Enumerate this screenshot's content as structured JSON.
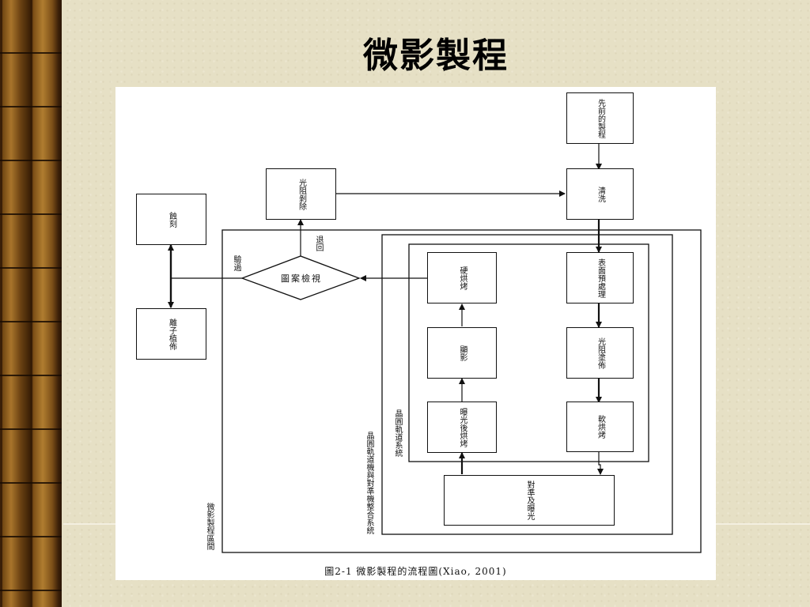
{
  "slide": {
    "title": "微影製程"
  },
  "diagram": {
    "boxes": {
      "prior_process": "先前的製程",
      "clean": "清洗",
      "pr_strip": "光阻剝除",
      "etch": "蝕刻",
      "ion_implant": "離子植佈",
      "hard_bake": "硬烘烤",
      "develop": "顯影",
      "peb": "曝光後烘烤",
      "surface_prep": "表面預處理",
      "pr_coat": "光阻塗佈",
      "soft_bake": "軟烘烤",
      "align_expose": "對準及曝光"
    },
    "decision": "圖案檢視",
    "labels": {
      "pass": "驗過",
      "reject": "退回",
      "track": "晶圓軌道系統",
      "track_stepper": "晶圓軌道機與對準機整合系統",
      "bay": "微影製程區間"
    },
    "caption": "圖2-1  微影製程的流程圖(Xiao, 2001)"
  }
}
